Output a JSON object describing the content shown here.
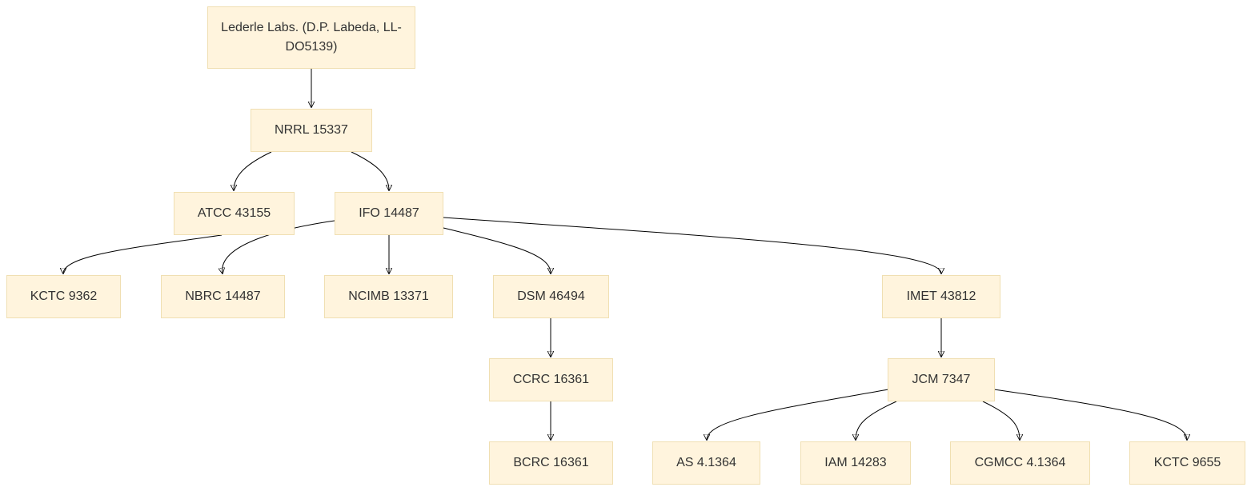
{
  "nodes": {
    "lederle": "Lederle Labs. (D.P. Labeda, LL-DO5139)",
    "nrrl": "NRRL 15337",
    "atcc": "ATCC 43155",
    "ifo": "IFO 14487",
    "kctc9362": "KCTC 9362",
    "nbrc": "NBRC 14487",
    "ncimb": "NCIMB 13371",
    "dsm": "DSM 46494",
    "imet": "IMET 43812",
    "ccrc": "CCRC 16361",
    "jcm": "JCM 7347",
    "bcrc": "BCRC 16361",
    "as": "AS 4.1364",
    "iam": "IAM 14283",
    "cgmcc": "CGMCC 4.1364",
    "kctc9655": "KCTC 9655"
  },
  "edges": [
    [
      "lederle",
      "nrrl"
    ],
    [
      "nrrl",
      "atcc"
    ],
    [
      "nrrl",
      "ifo"
    ],
    [
      "atcc",
      "kctc9362"
    ],
    [
      "ifo",
      "nbrc"
    ],
    [
      "ifo",
      "ncimb"
    ],
    [
      "ifo",
      "dsm"
    ],
    [
      "ifo",
      "imet"
    ],
    [
      "dsm",
      "ccrc"
    ],
    [
      "ccrc",
      "bcrc"
    ],
    [
      "imet",
      "jcm"
    ],
    [
      "jcm",
      "as"
    ],
    [
      "jcm",
      "iam"
    ],
    [
      "jcm",
      "cgmcc"
    ],
    [
      "jcm",
      "kctc9655"
    ]
  ]
}
